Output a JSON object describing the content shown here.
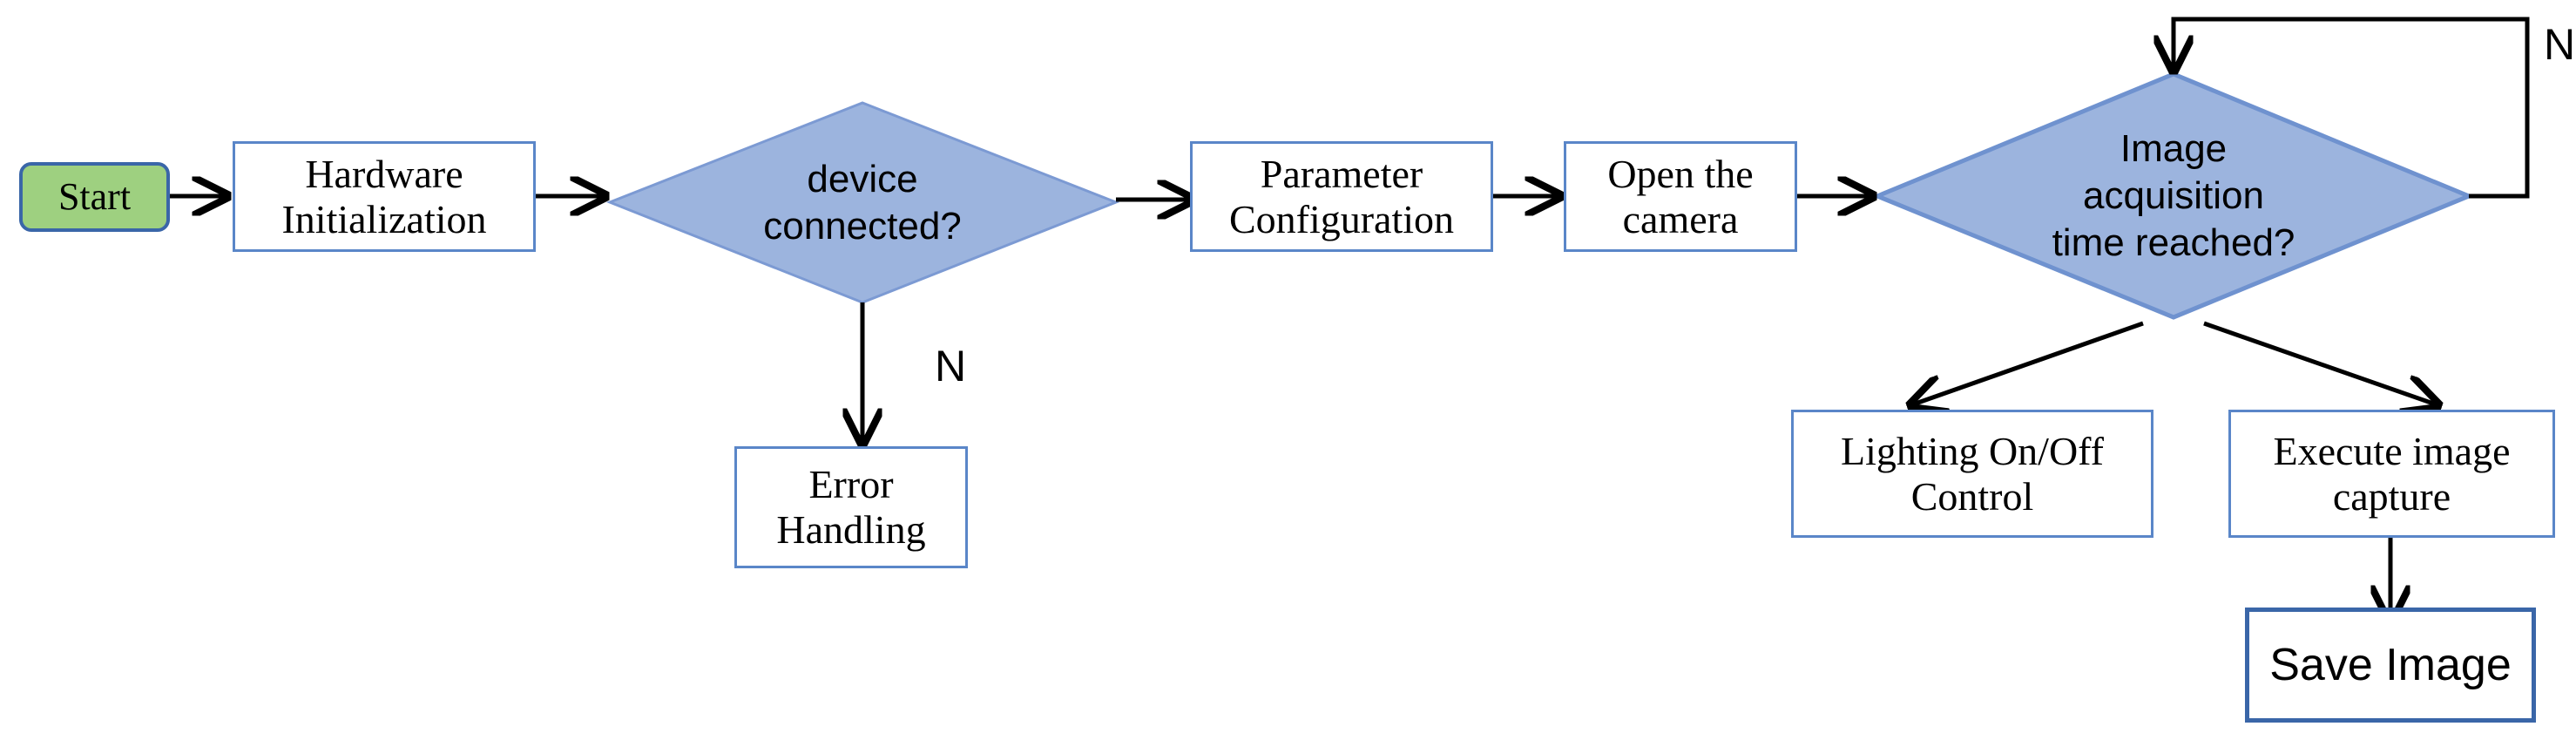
{
  "diagram": {
    "title": "Camera image acquisition control flowchart",
    "colors": {
      "terminator_fill": "#9ed080",
      "terminator_border": "#3a66a8",
      "process_fill": "#ffffff",
      "process_border": "#5a86c8",
      "decision_fill": "#9cb4de",
      "decision_border": "#6a8fcb",
      "edge": "#000000",
      "text": "#000000",
      "background": "#ffffff"
    },
    "nodes": {
      "start": {
        "label": "Start",
        "shape": "terminator"
      },
      "hardware_initialization": {
        "label": "Hardware\nInitialization",
        "shape": "process"
      },
      "device_connected": {
        "label": "device\nconnected?",
        "shape": "decision"
      },
      "error_handling": {
        "label": "Error\nHandling",
        "shape": "process"
      },
      "parameter_configuration": {
        "label": "Parameter\nConfiguration",
        "shape": "process"
      },
      "open_the_camera": {
        "label": "Open the\ncamera",
        "shape": "process"
      },
      "image_acquisition_time": {
        "label": "Image\nacquisition\ntime reached?",
        "shape": "decision"
      },
      "lighting_control": {
        "label": "Lighting On/Off\nControl",
        "shape": "process"
      },
      "execute_image_capture": {
        "label": "Execute image\ncapture",
        "shape": "process"
      },
      "save_image": {
        "label": "Save Image",
        "shape": "process"
      }
    },
    "edge_labels": {
      "device_connected_no": "N",
      "acquisition_time_no": "N"
    }
  }
}
